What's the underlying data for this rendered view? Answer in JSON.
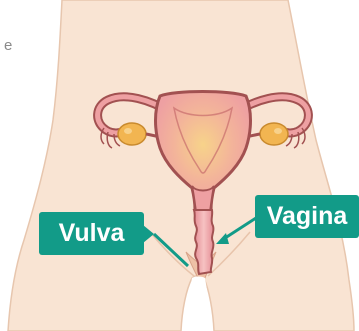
{
  "partial_text": "e",
  "labels": {
    "vagina": "Vagina",
    "vulva": "Vulva"
  },
  "colors": {
    "label_bg": "#129b88",
    "label_text": "#ffffff",
    "skin": "#f9e4d3",
    "skin_outline": "#e7c6ae",
    "organ_pink": "#eea0a2",
    "organ_outline": "#a25151",
    "ovary": "#f2b551",
    "uterus_glow": "#f7d38a"
  }
}
